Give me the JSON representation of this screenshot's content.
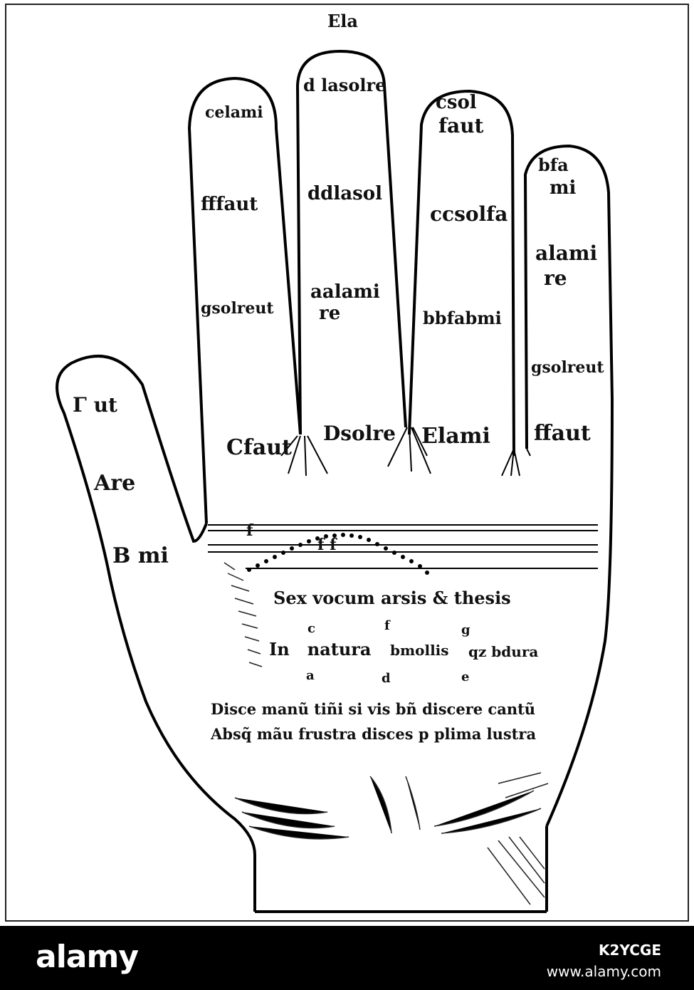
{
  "top_label": "Ela",
  "thumb": [
    "Γ ut",
    "Are",
    "B mi"
  ],
  "finger_index": [
    "celami",
    "fffaut",
    "gsolreut"
  ],
  "finger_middle": [
    "d lasolre",
    "ddlasol",
    "aalami",
    "re"
  ],
  "finger_ring": [
    "csol",
    "faut",
    "ccsolfa",
    "bbfabmi"
  ],
  "finger_little": [
    "bfa",
    "mi",
    "alami",
    "re",
    "gsolreut",
    "ffaut"
  ],
  "finger_base": [
    "Cfaut",
    "Dsolre",
    "Elami"
  ],
  "palm_staff": {
    "note_f": "f",
    "notes_mid": "f  f"
  },
  "palm_text": {
    "line1": "Sex vocum arsis & thesis",
    "natura_label": "In   natura",
    "bmollis_label": "bmollis",
    "bdura_label": "qz bdura",
    "letters_top": [
      "c",
      "f",
      "g"
    ],
    "letters_bottom": [
      "a",
      "d",
      "e"
    ]
  },
  "verse": [
    "Disce manũ tiñi si vis bñ discere cantũ",
    "Absq̃ mãu frustra disces p plima lustra"
  ],
  "footer": {
    "brand": "alamy",
    "code": "K2YCGE",
    "url": "www.alamy.com"
  }
}
